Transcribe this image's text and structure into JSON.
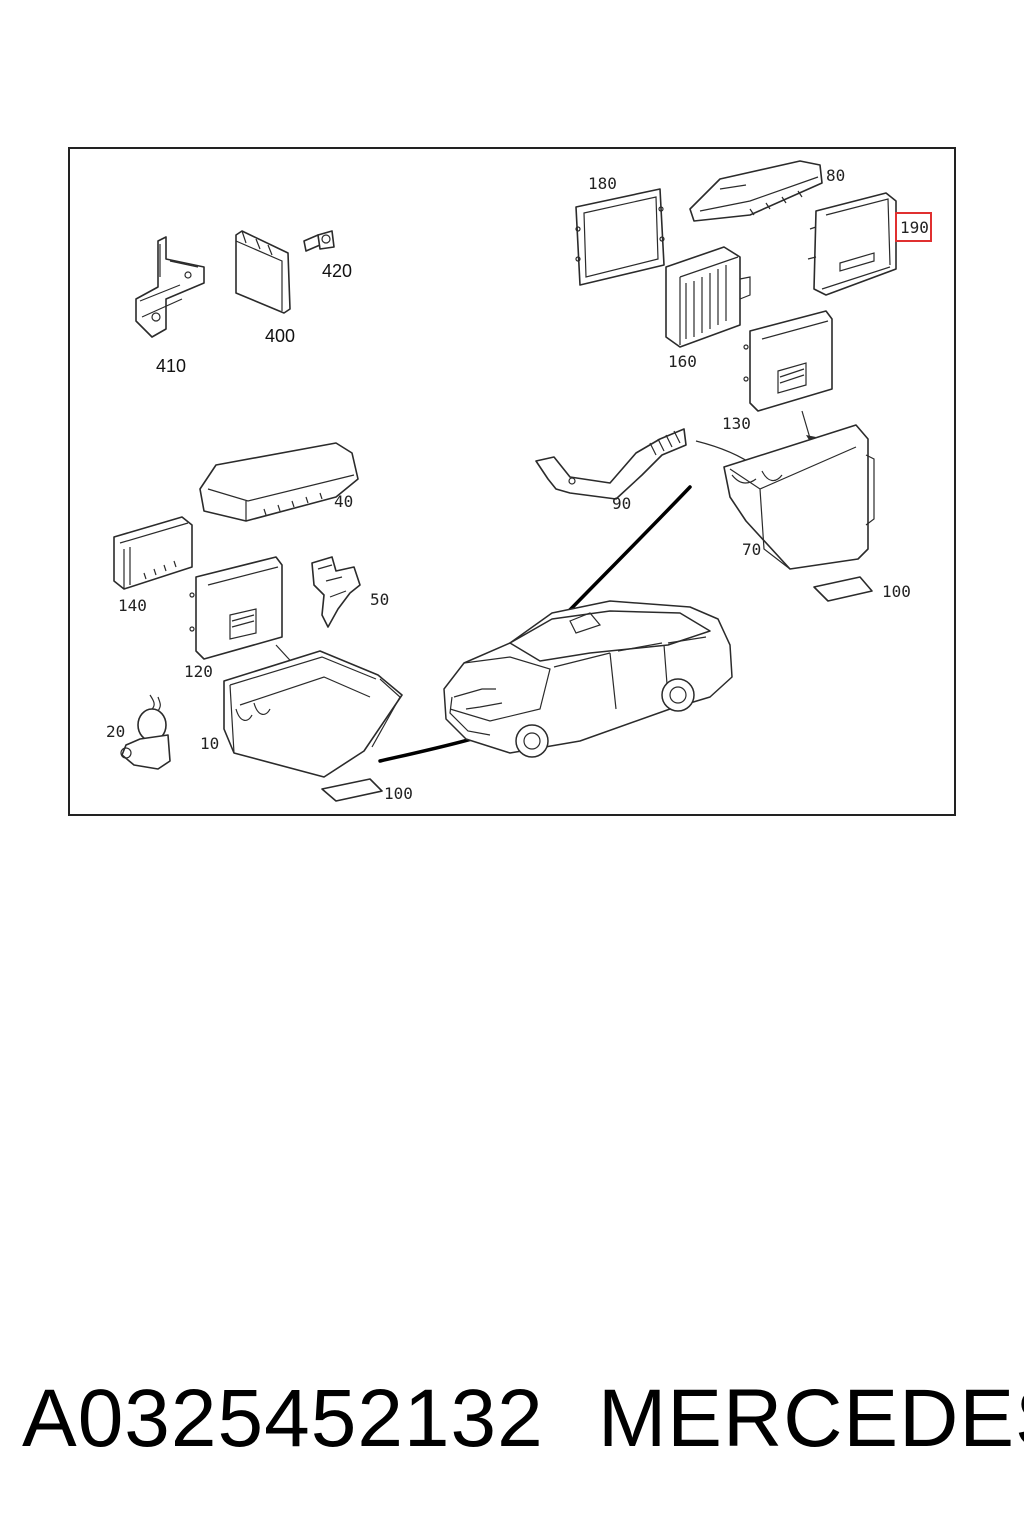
{
  "diagram": {
    "labels": {
      "l180": "180",
      "l80": "80",
      "l190": "190",
      "l160": "160",
      "l130": "130",
      "l90": "90",
      "l70": "70",
      "l100a": "100",
      "l410": "410",
      "l400": "400",
      "l420": "420",
      "l40": "40",
      "l140": "140",
      "l50": "50",
      "l120": "120",
      "l20": "20",
      "l10": "10",
      "l100b": "100"
    },
    "highlight_color": "#e03030"
  },
  "footer": {
    "part_number": "A0325452132",
    "brand": "MERCEDES"
  }
}
